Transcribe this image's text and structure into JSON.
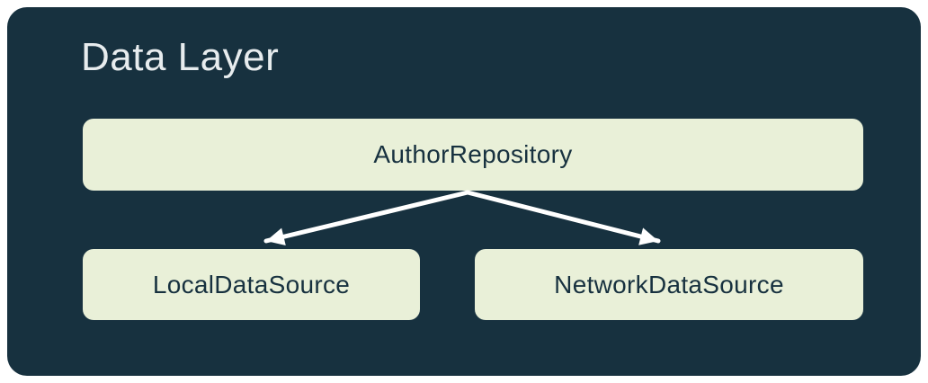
{
  "diagram": {
    "title": "Data Layer",
    "nodes": {
      "repository": {
        "label": "AuthorRepository"
      },
      "local": {
        "label": "LocalDataSource"
      },
      "network": {
        "label": "NetworkDataSource"
      }
    },
    "edges": [
      {
        "from": "repository",
        "to": "local"
      },
      {
        "from": "repository",
        "to": "network"
      }
    ],
    "colors": {
      "panel_bg": "#17313F",
      "node_bg": "#E9F0D8",
      "node_text": "#17313F",
      "title_text": "#E7ECEE",
      "arrow": "#FFFFFF"
    }
  }
}
